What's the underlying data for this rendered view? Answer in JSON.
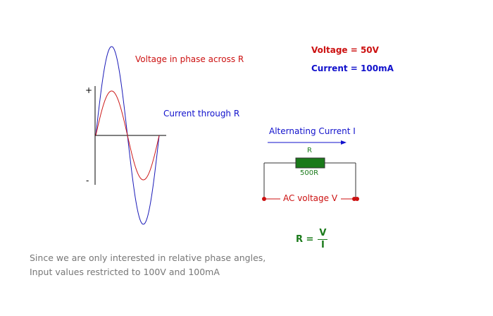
{
  "labels": {
    "voltage_phase": "Voltage in phase across R",
    "current_through": "Current through R",
    "plus": "+",
    "minus": "-",
    "voltage_value": "Voltage = 50V",
    "current_value": "Current = 100mA",
    "alt_current": "Alternating Current I",
    "resistor_name": "R",
    "resistor_value": "500R",
    "ac_voltage": "AC voltage V",
    "formula_lhs": "R =",
    "formula_num": "V",
    "formula_den": "I",
    "note_line1": "Since we are only interested in relative phase angles,",
    "note_line2": "Input values restricted to 100V and 100mA"
  },
  "waveform": {
    "voltage_amplitude_relative": 1.0,
    "current_amplitude_relative": 0.5,
    "phase_difference_deg": 0,
    "cycles_shown": 1
  },
  "colors": {
    "voltage_text": "#cc1111",
    "current_text": "#1111cc",
    "voltage_wave": "#1a1ab8",
    "current_wave": "#cc1a1a",
    "resistor": "#1a7a1a",
    "note": "#777777"
  }
}
